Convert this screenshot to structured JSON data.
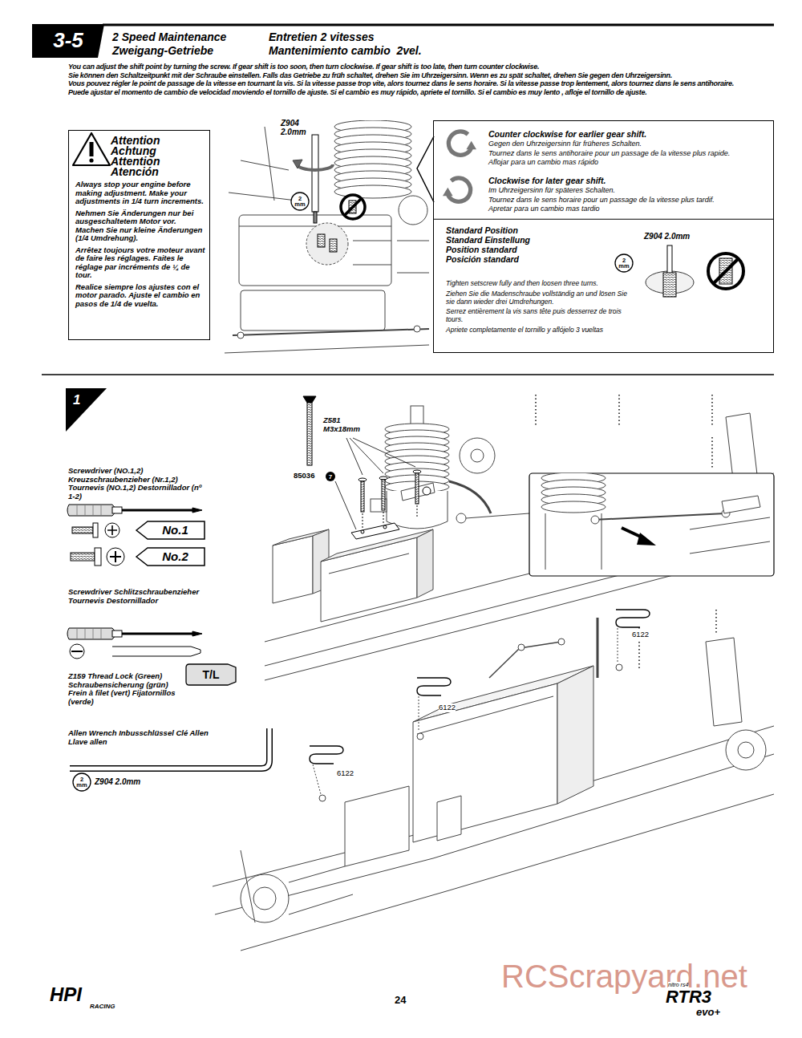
{
  "diagram": {
    "title": "2 Speed Maintenance",
    "nodes": [
      {
        "text": [
          "3-5"
        ]
      },
      {
        "text": [
          "Attention Achtung Attention Atención",
          "Always stop your engine before making adjustment. Make your adjustments in 1/4 turn increments.",
          "Nehmen Sie Änderungen nur bei ausgeschaltetem Motor vor. Machen Sie nur kleine Änderungen (1/4 Umdrehung).",
          "Arrêtez toujours votre moteur avant de faire les réglages. Faites le réglage par incréments de ¼ de tour.",
          "Realice siempre los ajustes con el motor parado. Ajuste el cambio en pasos de 1/4 de vuelta."
        ]
      },
      {
        "text": [
          "2 mm"
        ]
      },
      {
        "text": [
          "Counter clockwise for earlier gear shift.",
          "Gegen den Uhrzeigersinn für früheres Schalten.",
          "Tournez dans le sens antihoraire pour un passage de la vitesse plus rapide.",
          "Aflojar para un cambio mas rápido",
          "Clockwise for later gear shift.",
          "Im Uhrzeigersinn für späteres Schalten.",
          "Tournez dans le sens horaire pour un passage de la vitesse plus tardif.",
          "Apretar para un cambio mas tardio",
          "Standard Position Standard Einstellung Position standard Posición standard",
          "Tighten setscrew fully and then loosen three turns.",
          "Ziehen Sie die Madenschraube vollständig an und lösen Sie sie dann wieder drei Umdrehungen.",
          "Serrez entièrement la vis sans tête puis desserrez de trois tours.",
          "Apriete completamente el tornillo y aflójelo 3 vueltas"
        ]
      },
      {
        "text": [
          "2 mm"
        ],
        "in": 3
      },
      {
        "text": [
          "1"
        ]
      },
      {
        "text": [
          "No.1"
        ]
      },
      {
        "text": [
          "No.2"
        ]
      },
      {
        "text": [
          "T/L"
        ]
      },
      {
        "text": [
          "2 mm"
        ]
      },
      {
        "text": [
          "7"
        ]
      }
    ],
    "labels": [
      "Zweigang-Getriebe",
      "Entretien 2 vitesses",
      "Mantenimiento cambio  2vel.",
      "You can adjust the shift point by turning the screw. If gear shift is too soon, then turn clockwise. If gear shift is too late, then turn counter clockwise.",
      "Sie können den Schaltzeitpunkt mit der Schraube einstellen. Falls das Getriebe zu früh schaltet, drehen Sie im Uhrzeigersinn. Wenn es zu spät schaltet, drehen Sie gegen den Uhrzeigersinn.",
      "Vous pouvez régler le point de passage de la vitesse en tournant la vis. Si la vitesse passe trop vite, alors tournez dans le sens horaire. Si la vitesse passe trop lentement, alors tournez dans le sens antihoraire.",
      "Puede ajustar el momento de cambio de velocidad moviendo el tornillo de ajuste. Si el cambio es muy rápido, apriete el tornillo. Si el cambio es muy lento , afloje el tornillo de ajuste.",
      "Z904 2.0mm",
      "Z904 2.0mm",
      "Z581 M3x18mm",
      "85036",
      "Screwdriver (NO.1,2) Kreuzschraubenzieher (Nr.1,2) Tournevis (NO.1,2) Destornillador (nº 1-2)",
      "6122",
      "6122",
      "Screwdriver Schlitzschraubenzieher Tournevis Destornillador",
      "Z159 Thread Lock (Green) Schraubensicherung (grün) Frein à filet (vert) Fijatornillos (verde)",
      "6122",
      "Allen Wrench Inbusschlüssel Clé Allen Llave allen",
      "Z904 2.0mm",
      "RCScrapyard.net",
      "HPI",
      "RACING",
      "24",
      "nitro rs4",
      "RTR3",
      "evo+"
    ]
  }
}
